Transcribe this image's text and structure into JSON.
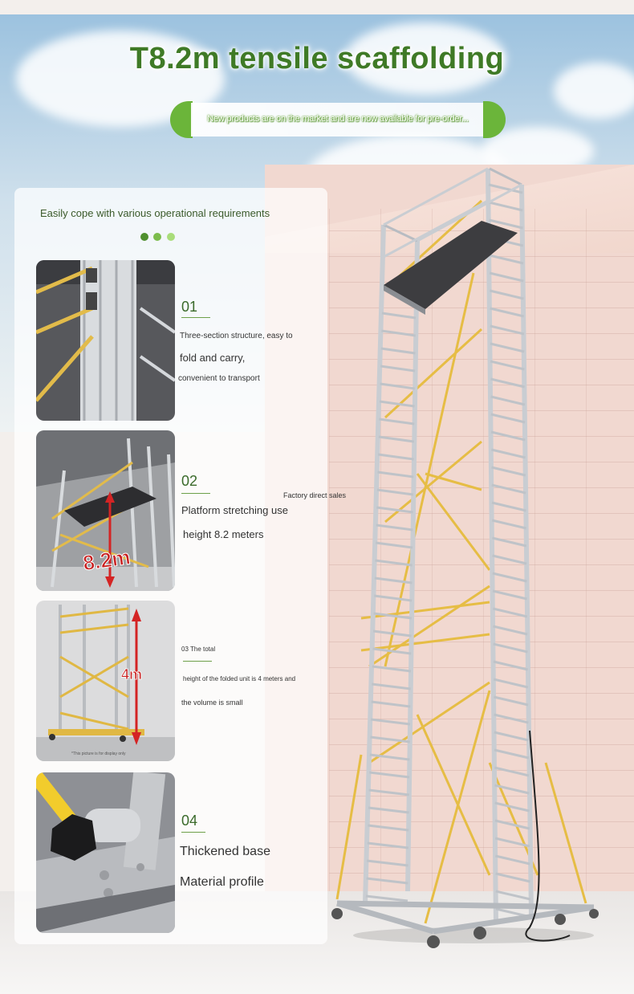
{
  "title": "T8.2m tensile scaffolding",
  "banner_text": "New products are on the market and are now available for pre-order...",
  "panel": {
    "heading": "Easily cope with various operational requirements",
    "dot_colors": [
      "#4f8f2e",
      "#7cbc4c",
      "#a9dd7a"
    ]
  },
  "side_note": "Factory direct sales",
  "features": [
    {
      "number": "01",
      "lines": [
        "Three-section structure, easy to",
        "fold and carry,",
        "convenient to transport"
      ]
    },
    {
      "number": "02",
      "lines": [
        "Platform stretching use",
        "height 8.2 meters"
      ],
      "photo_label": "8.2m"
    },
    {
      "number": "03",
      "lines": [
        "03 The total",
        "height of the folded unit is 4 meters and",
        "the volume is small"
      ],
      "photo_label": "4m",
      "photo_caption": "*This picture is for display only"
    },
    {
      "number": "04",
      "lines": [
        "Thickened base",
        "Material profile"
      ]
    }
  ],
  "colors": {
    "brand_green": "#6bb53a",
    "title_green": "#3f7a26",
    "brace_yellow": "#e9c24a"
  }
}
